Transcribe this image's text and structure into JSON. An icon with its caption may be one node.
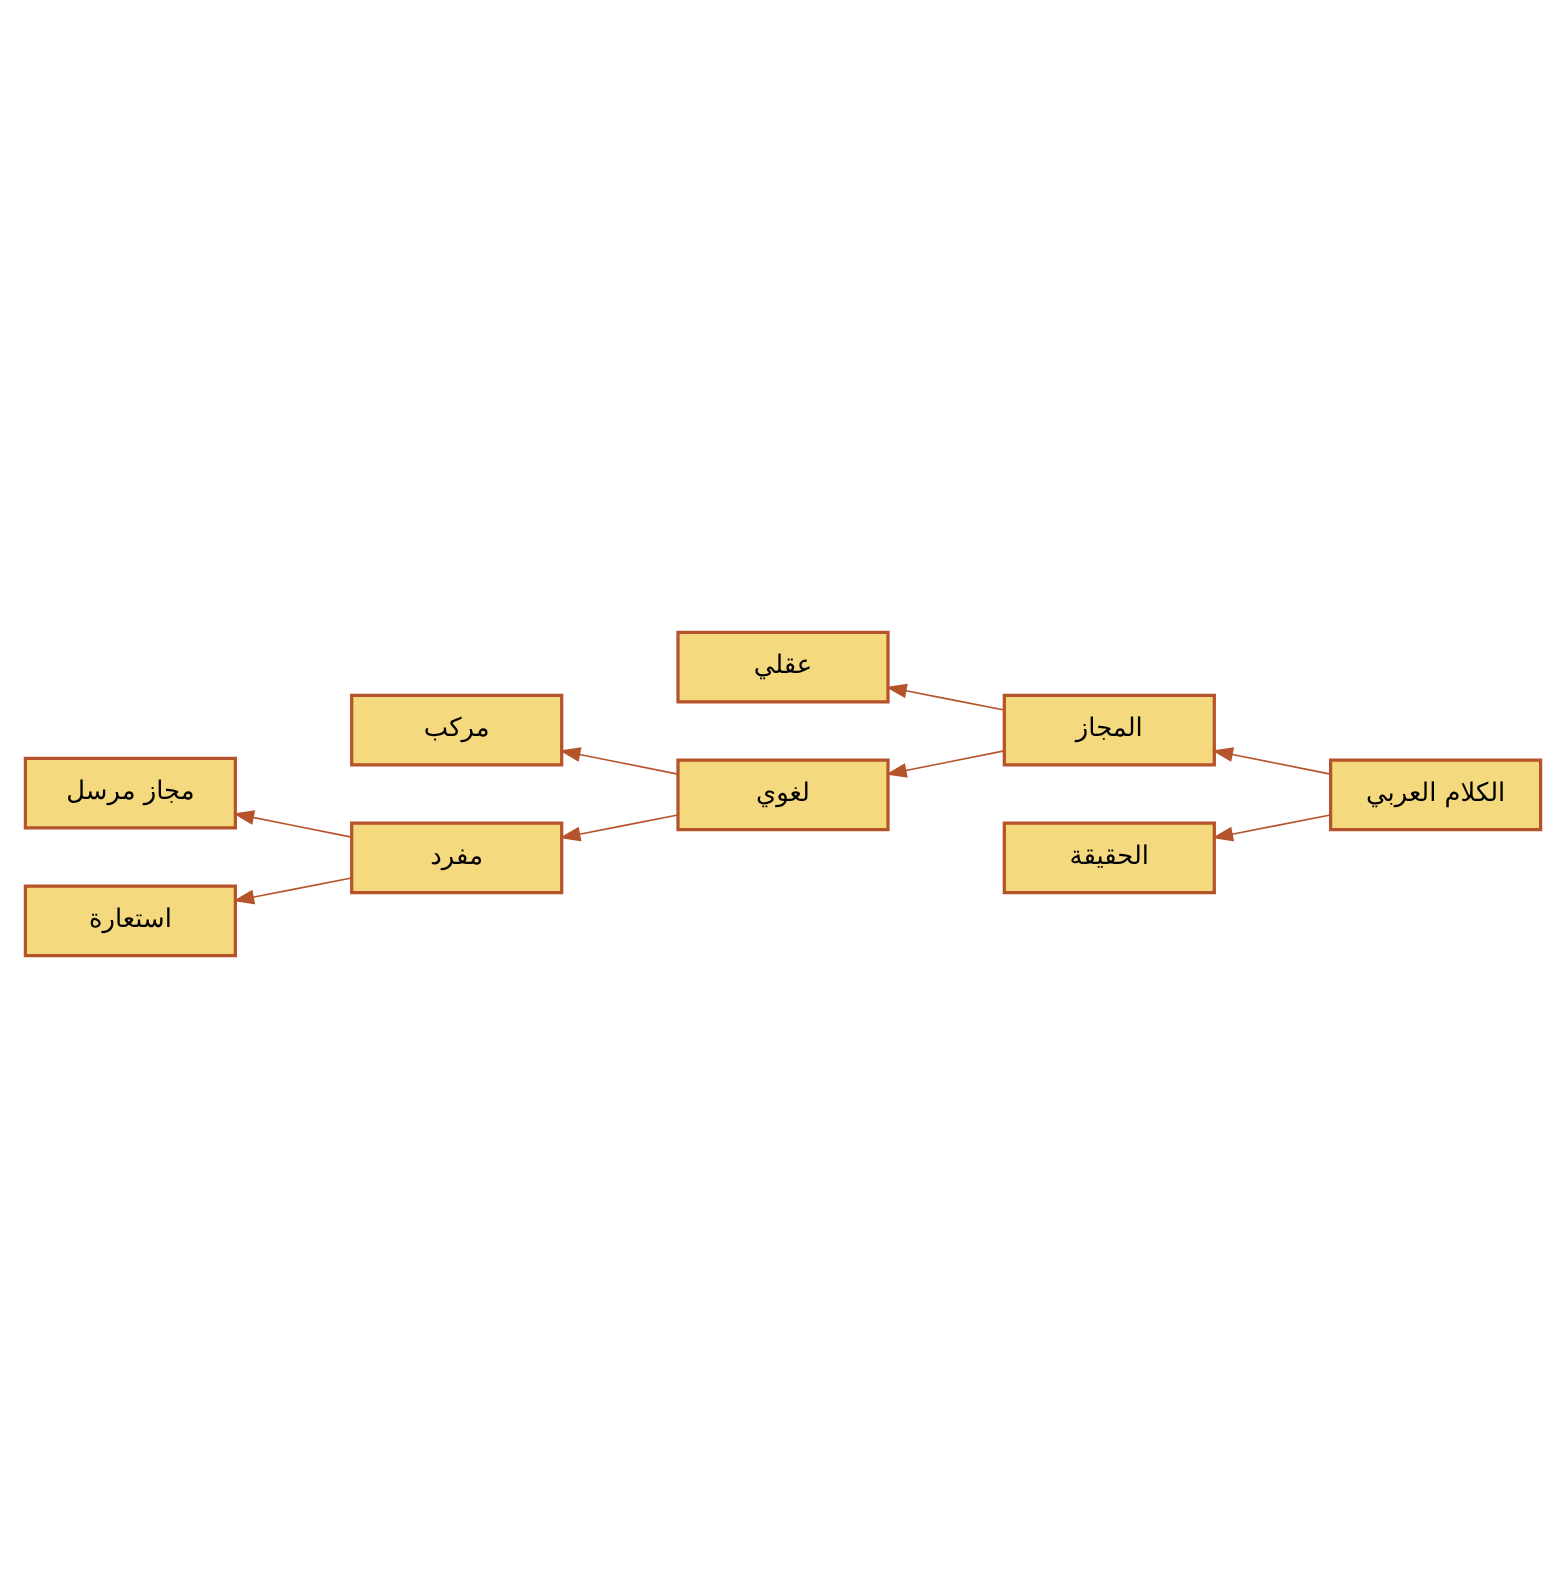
{
  "diagram": {
    "nodes": [
      {
        "text": [
          "الكلام العربي"
        ]
      },
      {
        "text": [
          "المجاز"
        ]
      },
      {
        "text": [
          "الحقيقة"
        ]
      },
      {
        "text": [
          "عقلي"
        ]
      },
      {
        "text": [
          "لغوي"
        ]
      },
      {
        "text": [
          "مركب"
        ]
      },
      {
        "text": [
          "مفرد"
        ]
      },
      {
        "text": [
          "مجاز مرسل"
        ]
      },
      {
        "text": [
          "استعارة"
        ]
      }
    ],
    "edges": [
      {
        "from": 0,
        "to": 1,
        "arrow": "to"
      },
      {
        "from": 0,
        "to": 2,
        "arrow": "to"
      },
      {
        "from": 1,
        "to": 3,
        "arrow": "to"
      },
      {
        "from": 1,
        "to": 4,
        "arrow": "to"
      },
      {
        "from": 4,
        "to": 5,
        "arrow": "to"
      },
      {
        "from": 4,
        "to": 6,
        "arrow": "to"
      },
      {
        "from": 6,
        "to": 7,
        "arrow": "to"
      },
      {
        "from": 6,
        "to": 8,
        "arrow": "to"
      }
    ]
  }
}
